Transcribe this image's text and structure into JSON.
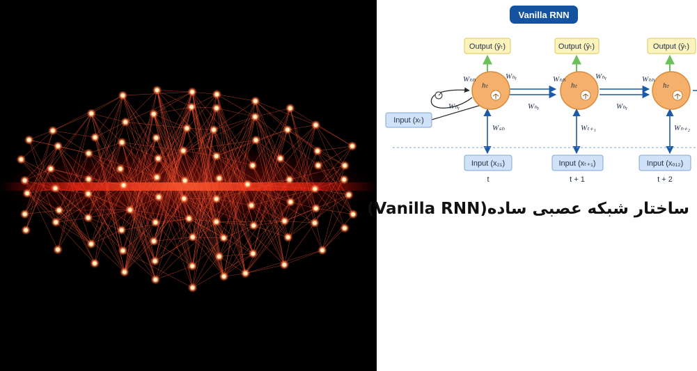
{
  "diagram": {
    "title": "Vanilla RNN",
    "outputs": [
      "Output (ŷₜ)",
      "Output (ŷₜ)",
      "Output (ŷₜ)"
    ],
    "cells": [
      {
        "hidden": "hₜ",
        "weight_left": "Wₕₕ",
        "weight_right": "Wₕᵧ"
      },
      {
        "hidden": "hₜ",
        "weight_left": "Wₕₕ",
        "weight_right": "Wₕᵧ"
      },
      {
        "hidden": "hₜ",
        "weight_left": "Wₕₕ",
        "weight_right": "Wₕᵧ"
      }
    ],
    "loop_weight": "Wₕᵧ",
    "links": [
      "Wₕᵧ",
      "Wₕᵧ"
    ],
    "input_weights": [
      "Wₛₕ",
      "Wₜ₊₁",
      "Wₕ₊₂"
    ],
    "input_side": "Input (xₜ)",
    "inputs": [
      "Input (x₂₁)",
      "Input (xₜ₊₁)",
      "Input (xₒ₁₂)"
    ],
    "time_steps": [
      "t",
      "t + 1",
      "t + 2"
    ],
    "colors": {
      "title_bg": "#1553a0",
      "output_bg": "#fdf3bd",
      "cell_fill": "#f5b06b",
      "input_bg": "#cfe2f7",
      "arrow": "#1b5aa6",
      "green_arrow": "#6cbf5a"
    }
  },
  "caption": "ساختار شبکه عصبی ساده(Vanilla RNN)"
}
